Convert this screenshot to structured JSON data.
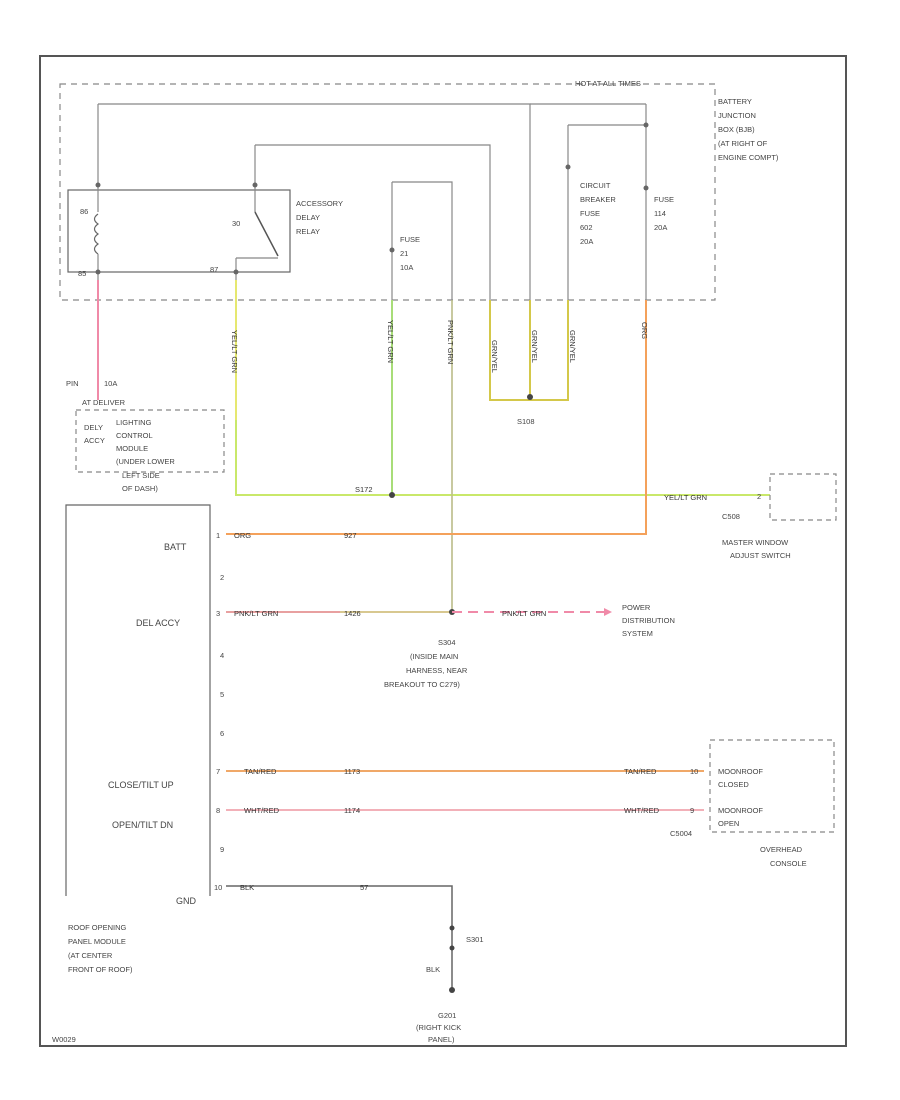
{
  "frame": {
    "corner_code": "W0029"
  },
  "battery_junction_box": {
    "header": "HOT AT ALL TIMES",
    "location": [
      "BATTERY",
      "JUNCTION",
      "BOX (BJB)",
      "(AT RIGHT OF",
      "ENGINE COMPT)"
    ]
  },
  "accessory_delay_relay": {
    "label": [
      "ACCESSORY",
      "DELAY",
      "RELAY"
    ],
    "pin_top": "86",
    "pin_bottom_left": "85",
    "pin_switch_top": "30",
    "pin_switch_bottom": "87"
  },
  "fuse_21": {
    "label": [
      "FUSE",
      "21",
      "10A"
    ]
  },
  "circuit_breaker": {
    "label": [
      "CIRCUIT",
      "BREAKER",
      "FUSE",
      "602",
      "20A"
    ]
  },
  "fuse_114": {
    "label": [
      "FUSE",
      "114",
      "20A"
    ]
  },
  "splice_s108": {
    "label": "S108"
  },
  "lighting_module": {
    "pin_label": "PIN",
    "pin_code": "10A",
    "connector": "AT DELIVER",
    "side_labels": [
      "DELY",
      "ACCY"
    ],
    "label": [
      "LIGHTING",
      "CONTROL",
      "MODULE",
      "(UNDER LOWER",
      "LEFT SIDE",
      "OF DASH)"
    ]
  },
  "wires": {
    "yel_grn_1": "YEL/LT GRN",
    "yel_grn_2": "YEL/LT GRN",
    "pnk_grn": "PNK/LT GRN",
    "grn_yel_1": "GRN/YEL",
    "grn_yel_2": "GRN/YEL",
    "grn_yel_3": "GRN/YEL",
    "org": "ORG",
    "s172": "S172",
    "yel_grn_right": "YEL/LT GRN",
    "c508": "C508"
  },
  "master_window_switch": {
    "label": [
      "MASTER WINDOW",
      "ADJUST SWITCH"
    ]
  },
  "roof_module": {
    "pins": [
      {
        "num": "1",
        "name": "BATT",
        "wire": "ORG",
        "ckt": "927"
      },
      {
        "num": "2",
        "name": "",
        "wire": "",
        "ckt": ""
      },
      {
        "num": "3",
        "name": "DEL ACCY",
        "wire": "PNK/LT GRN",
        "ckt": "1426"
      },
      {
        "num": "4",
        "name": "",
        "wire": "",
        "ckt": ""
      },
      {
        "num": "5",
        "name": "",
        "wire": "",
        "ckt": ""
      },
      {
        "num": "6",
        "name": "",
        "wire": "",
        "ckt": ""
      },
      {
        "num": "7",
        "name": "CLOSE/TILT UP",
        "wire": "TAN/RED",
        "ckt": "1173"
      },
      {
        "num": "8",
        "name": "OPEN/TILT DN",
        "wire": "WHT/RED",
        "ckt": "1174"
      },
      {
        "num": "9",
        "name": "",
        "wire": "",
        "ckt": ""
      },
      {
        "num": "10",
        "name": "GND",
        "wire": "BLK",
        "ckt": "57"
      }
    ],
    "label": [
      "ROOF OPENING",
      "PANEL MODULE",
      "(AT CENTER",
      "FRONT OF ROOF)"
    ]
  },
  "power_distribution": {
    "wire": "PNK/LT GRN",
    "label": [
      "POWER",
      "DISTRIBUTION",
      "SYSTEM"
    ],
    "splice": [
      "S304",
      "(INSIDE MAIN",
      "HARNESS, NEAR",
      "BREAKOUT TO C279)"
    ]
  },
  "moonroof": {
    "wire_closed": "TAN/RED",
    "pin_closed": "10",
    "wire_open": "WHT/RED",
    "pin_open": "9",
    "label_closed": [
      "MOONROOF",
      "CLOSED"
    ],
    "label_open": [
      "MOONROOF",
      "OPEN"
    ],
    "connector": "C5004",
    "console": [
      "OVERHEAD",
      "CONSOLE"
    ]
  },
  "ground": {
    "splice": "S301",
    "wire": "BLK",
    "label": [
      "G201",
      "(RIGHT KICK",
      "PANEL)"
    ]
  }
}
